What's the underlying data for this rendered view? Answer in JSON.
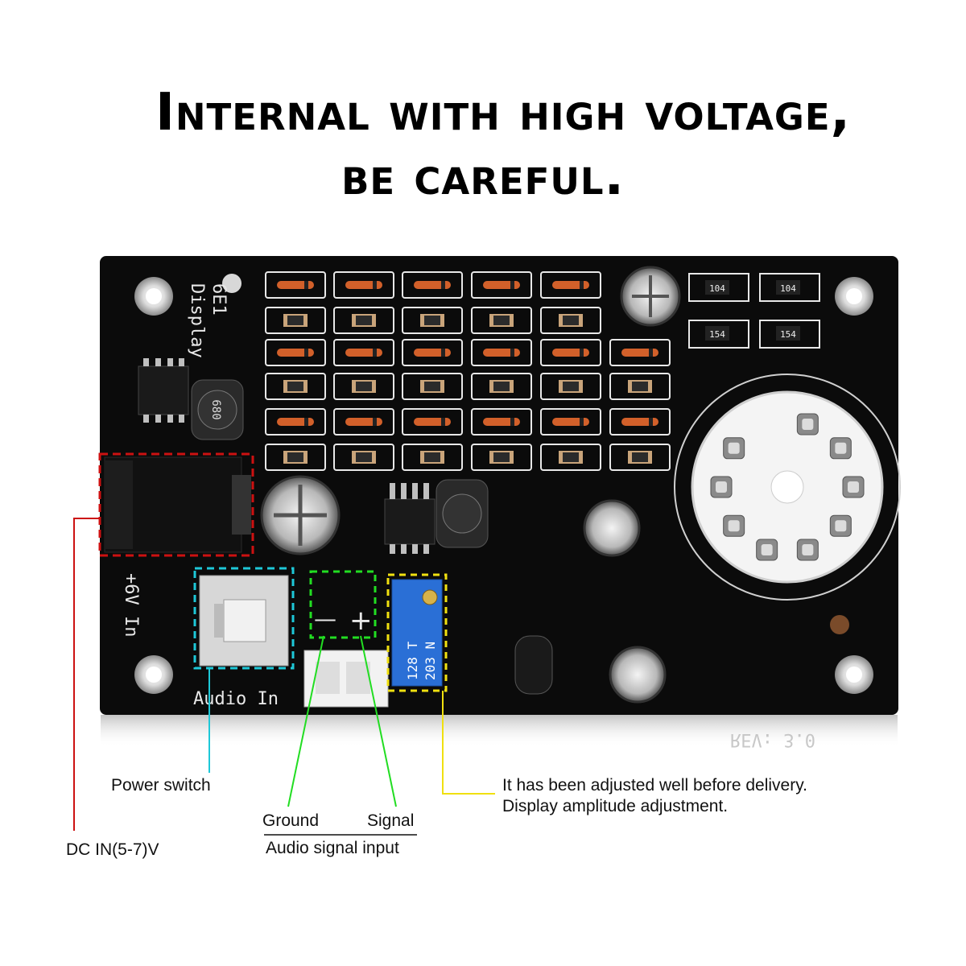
{
  "headline": {
    "line1": "Internal with high voltage,",
    "line2": "be careful."
  },
  "board": {
    "silkscreen_title": "6E1",
    "silkscreen_subtitle": "Display",
    "power_label": "+6V In",
    "audio_label": "Audio In",
    "revision": "REV: 3.0",
    "inductor_code": "680",
    "pot_code_1": "128 T",
    "pot_code_2": "203 N",
    "resistor_codes": [
      "104",
      "104",
      "154",
      "154"
    ]
  },
  "callouts": {
    "power_switch": "Power switch",
    "ground": "Ground",
    "signal": "Signal",
    "audio_input": "Audio signal input",
    "dc_in": "DC IN(5-7)V",
    "adjust_line1": "It has been adjusted well before delivery.",
    "adjust_line2": "Display amplitude adjustment."
  },
  "colors": {
    "pcb": "#0b0b0b",
    "dc_jack_box": "#cc1111",
    "power_switch_box": "#1ec8d8",
    "audio_box": "#22dd22",
    "pot_box": "#f0e010",
    "pot_body": "#2a6fd6"
  }
}
